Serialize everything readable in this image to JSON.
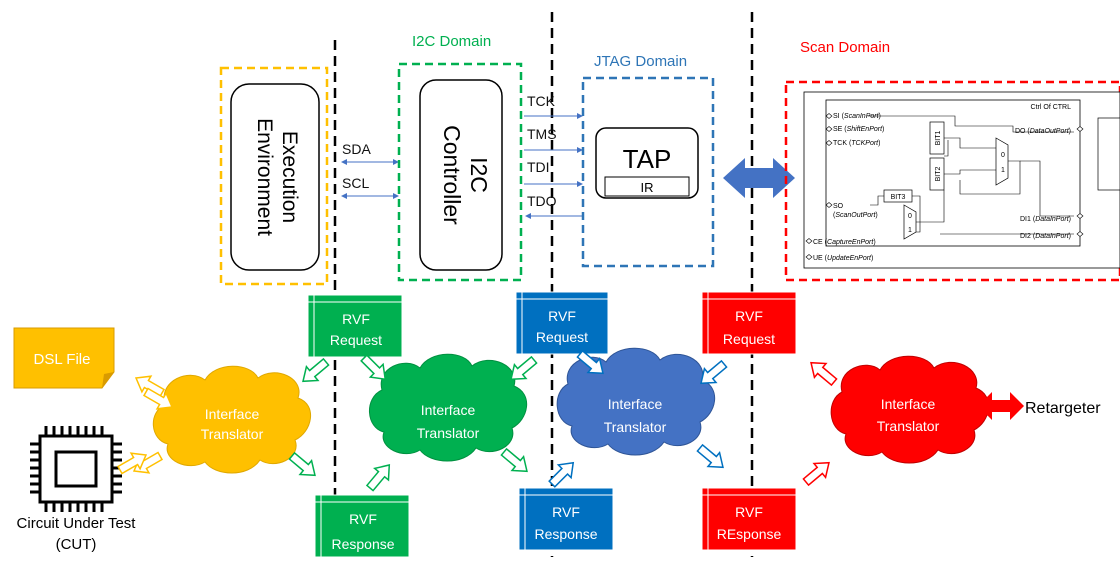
{
  "domains": {
    "i2c": {
      "title": "I2C Domain",
      "color": "#00b050"
    },
    "jtag": {
      "title": "JTAG Domain",
      "color": "#2e75b6"
    },
    "scan": {
      "title": "Scan Domain",
      "color": "#ff0000"
    }
  },
  "exec_env": {
    "line1": "Execution",
    "line2": "Environment",
    "border_color": "#ffc000"
  },
  "i2c_signals": [
    "SDA",
    "SCL"
  ],
  "i2c_controller": {
    "line1": "I2C",
    "line2": "Controller"
  },
  "jtag_signals": [
    "TCK",
    "TMS",
    "TDI",
    "TDO"
  ],
  "tap": {
    "label": "TAP",
    "ir": "IR"
  },
  "scan_chain": {
    "title": "Ctrl Of CTRL",
    "ports_left": [
      {
        "name": "SI",
        "port": "ScanInPort"
      },
      {
        "name": "SE",
        "port": "ShiftEnPort"
      },
      {
        "name": "TCK",
        "port": "TCKPort"
      },
      {
        "name": "SO",
        "port": "ScanOutPort"
      },
      {
        "name": "CE",
        "port": "CaptureEnPort"
      },
      {
        "name": "UE",
        "port": "UpdateEnPort"
      }
    ],
    "ports_right": [
      {
        "name": "DO",
        "port": "DataOutPort"
      },
      {
        "name": "DI1",
        "port": "DataInPort"
      },
      {
        "name": "DI2",
        "port": "DataInPort"
      }
    ],
    "bits": [
      "BIT1",
      "BIT2",
      "BIT3"
    ],
    "mux_labels": [
      "0",
      "1"
    ]
  },
  "rvf_boxes": [
    {
      "top": "RVF",
      "bottom": "Request",
      "color": "#00b050"
    },
    {
      "top": "RVF",
      "bottom": "Response",
      "color": "#00b050"
    },
    {
      "top": "RVF",
      "bottom": "Request",
      "color": "#0070c0"
    },
    {
      "top": "RVF",
      "bottom": "Response",
      "color": "#0070c0"
    },
    {
      "top": "RVF",
      "bottom": "Request",
      "color": "#ff0000"
    },
    {
      "top": "RVF",
      "bottom": "REsponse",
      "color": "#ff0000"
    }
  ],
  "translators": [
    {
      "line1": "Interface",
      "line2": "Translator",
      "color": "#ffc000"
    },
    {
      "line1": "Interface",
      "line2": "Translator",
      "color": "#00b050"
    },
    {
      "line1": "Interface",
      "line2": "Translator",
      "color": "#4472c4"
    },
    {
      "line1": "Interface",
      "line2": "Translator",
      "color": "#ff0000"
    }
  ],
  "dsl_file": {
    "label": "DSL File",
    "color": "#ffc000"
  },
  "cut": {
    "line1": "Circuit Under Test",
    "line2": "(CUT)"
  },
  "retargeter": {
    "label": "Retargeter"
  }
}
